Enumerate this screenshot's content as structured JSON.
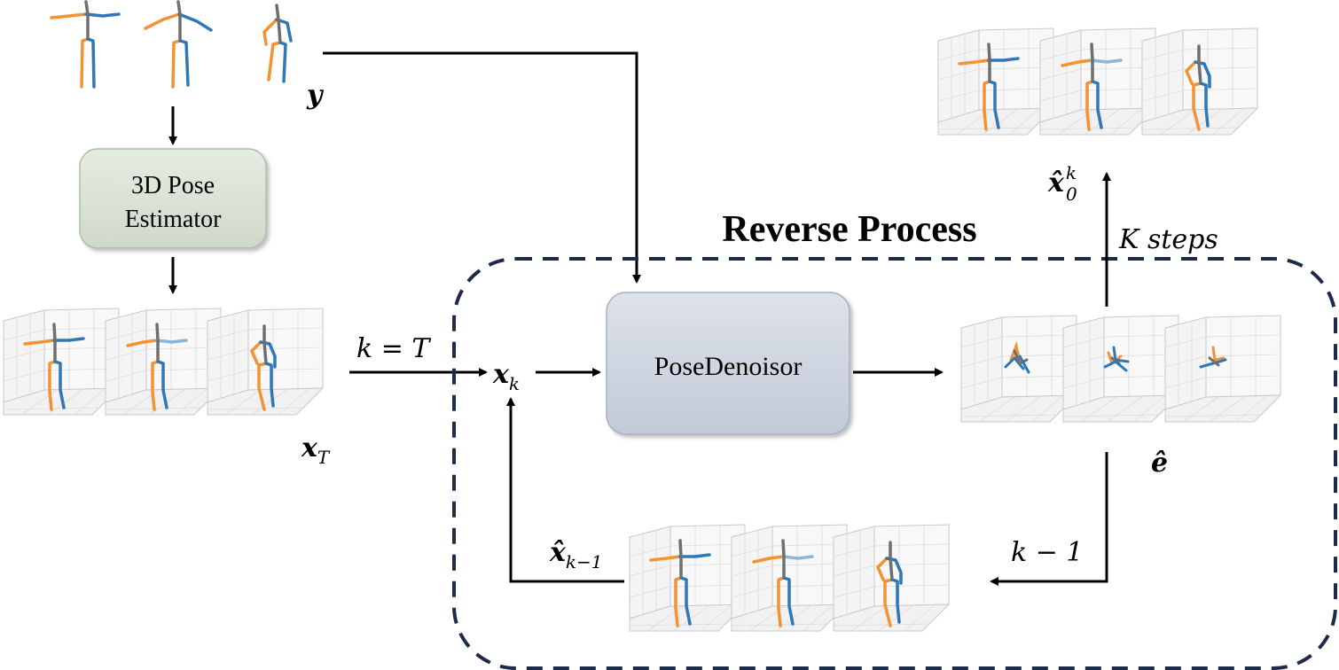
{
  "title": "Reverse Process",
  "nodes": {
    "estimator": {
      "line1": "3D Pose",
      "line2": "Estimator"
    },
    "denoiser": {
      "label": "PoseDenoisor"
    }
  },
  "labels": {
    "y": "y",
    "x_T": "x",
    "x_T_sub": "T",
    "k_eq_T": "k = T",
    "x_k": "x",
    "x_k_sub": "k",
    "x_hat_km1": "x̂",
    "x_hat_km1_sub": "k−1",
    "k_minus_1": "k − 1",
    "e_hat": "ê",
    "x_hat_0": "x̂",
    "x_hat_0_sub": "0",
    "x_hat_0_sup": "k",
    "k_steps": "K steps"
  },
  "colors": {
    "left_limb": "#f39233",
    "right_limb": "#3077b5",
    "right_limb_light": "#8ab6da",
    "spine": "#6f6f6f",
    "dashed_border": "#1d2b4a",
    "estimator_fill": "#d9e1d4",
    "denoiser_fill": "#ccd3df",
    "arrow": "#000000"
  },
  "icons": {
    "skeleton": "stick-figure-pose",
    "grid": "3d-grid-panel"
  }
}
